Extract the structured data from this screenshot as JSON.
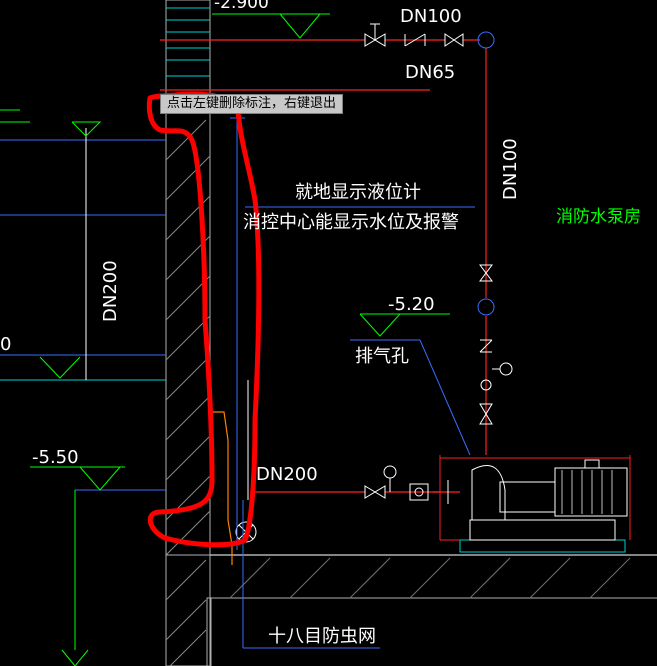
{
  "tooltip": "点击左键删除标注，右键退出",
  "labels": {
    "elev_top": "-2.900",
    "dn100_top": "DN100",
    "dn65": "DN65",
    "dn100_vertical": "DN100",
    "pump_room": "消防水泵房",
    "level_note_1": "就地显示液位计",
    "level_note_2": "消控中心能显示水位及报警",
    "dn200_vertical": "DN200",
    "elev_520": "-5.20",
    "vent_hole": "排气孔",
    "elev_550": "-5.50",
    "dn200_horizontal": "DN200",
    "insect_screen": "十八目防虫网",
    "left_elev_partial": "0"
  },
  "colors": {
    "background": "#000000",
    "pipe_red": "#ff2020",
    "dim_green": "#00ff00",
    "cyan": "#00d0d0",
    "blue": "#3060ff",
    "wall_hatch": "#a0a0a0",
    "annotation_red": "#ff0000",
    "orange": "#ff8000",
    "white": "#ffffff"
  }
}
